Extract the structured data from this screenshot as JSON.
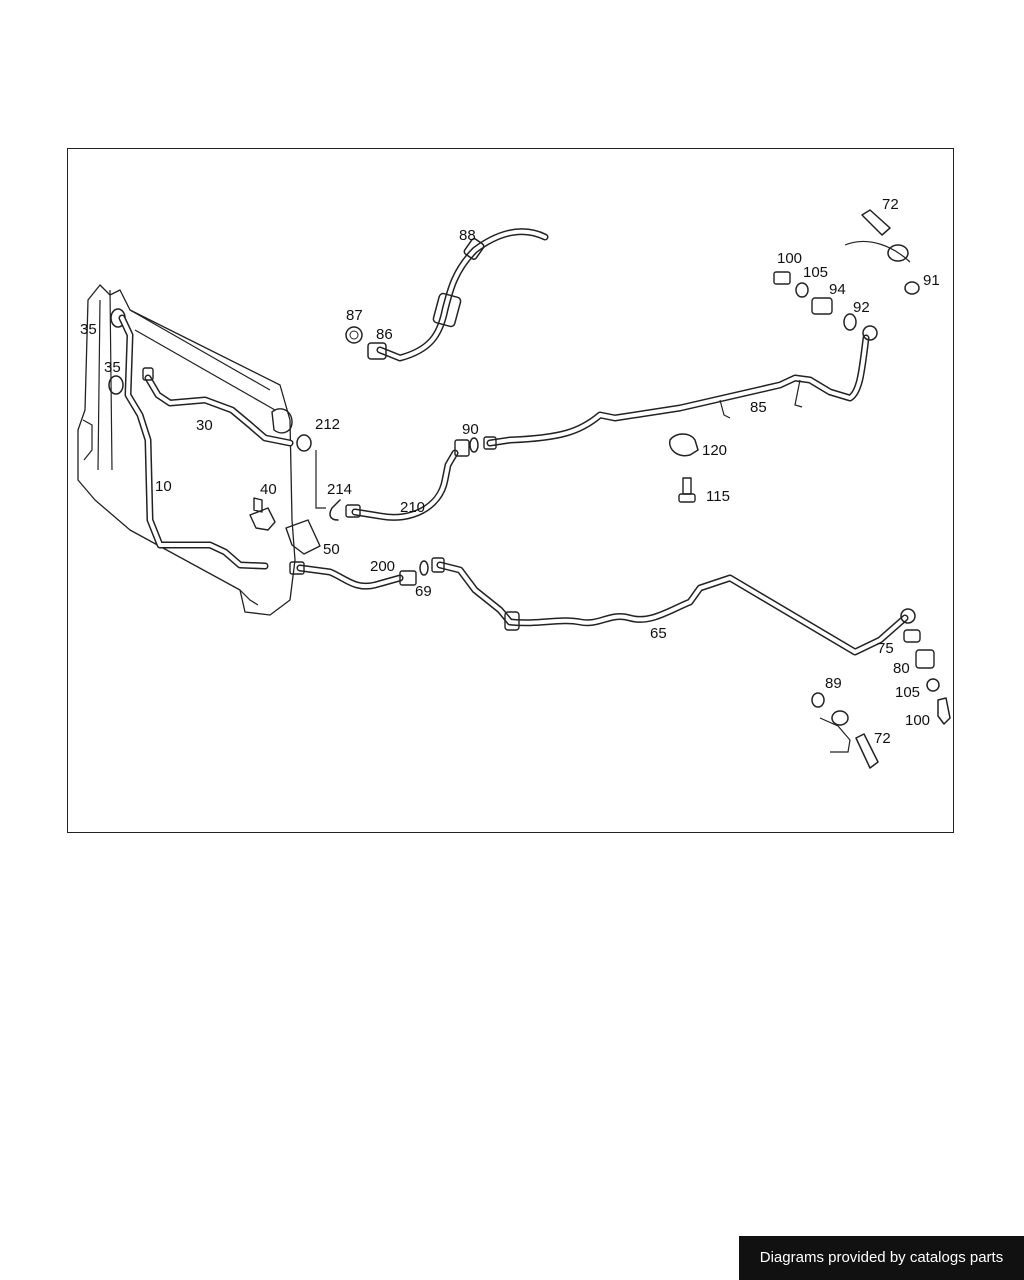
{
  "callouts": {
    "c88": "88",
    "c87": "87",
    "c86": "86",
    "c72a": "72",
    "c100a": "100",
    "c105a": "105",
    "c94": "94",
    "c92": "92",
    "c91": "91",
    "c35a": "35",
    "c35b": "35",
    "c30": "30",
    "c212": "212",
    "c90": "90",
    "c85": "85",
    "c120": "120",
    "c115": "115",
    "c214": "214",
    "c210": "210",
    "c40": "40",
    "c10": "10",
    "c50": "50",
    "c200": "200",
    "c69": "69",
    "c65": "65",
    "c75": "75",
    "c80": "80",
    "c105b": "105",
    "c89": "89",
    "c100b": "100",
    "c72b": "72"
  },
  "footer": {
    "credit": "Diagrams provided by catalogs parts"
  }
}
